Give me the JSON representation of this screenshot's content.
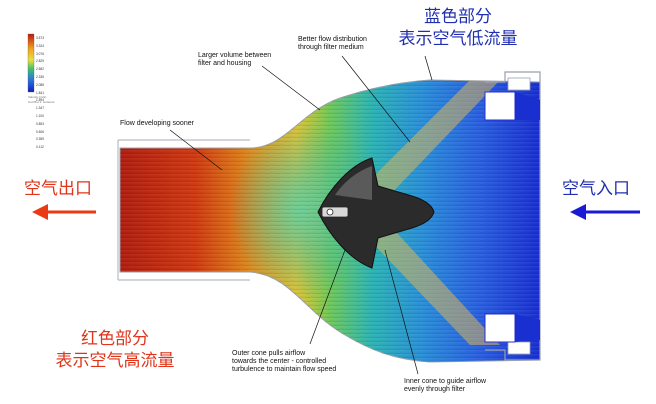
{
  "colors": {
    "low_flow_blue": "#1a2fd0",
    "high_flow_red": "#c21a0c",
    "inlet_arrow": "#1a1ad6",
    "outlet_arrow": "#e83a14",
    "cone_dark": "#2b2b2b",
    "filter_band": "#d7b45a"
  },
  "annotations": {
    "blue_region_label": "蓝色部分\n表示空气低流量",
    "red_region_label": "红色部分\n表示空气高流量",
    "air_inlet": "空气入口",
    "air_outlet": "空气出口",
    "larger_volume": "Larger volume between\nfilter and housing",
    "better_flow": "Better flow distribution\nthrough filter medium",
    "flow_developing": "Flow developing sooner",
    "outer_cone": "Outer cone pulls airflow\ntowards the center - controlled\nturbulence to maintain flow speed",
    "inner_cone": "Inner cone to guide airflow\nevenly through filter"
  },
  "legend": {
    "tick_labels": [
      "3.573",
      "3.324",
      "3.076",
      "2.829",
      "2.582",
      "2.335",
      "2.088",
      "1.841",
      "1.594",
      "1.347",
      "1.100",
      "0.853",
      "0.606",
      "0.359",
      "0.112"
    ],
    "caption_1": "Velocity (m/s)",
    "caption_2": "Cut Plot 1: contours"
  },
  "icons": {
    "inlet_arrow": "left-arrow-icon",
    "outlet_arrow": "left-arrow-icon"
  }
}
